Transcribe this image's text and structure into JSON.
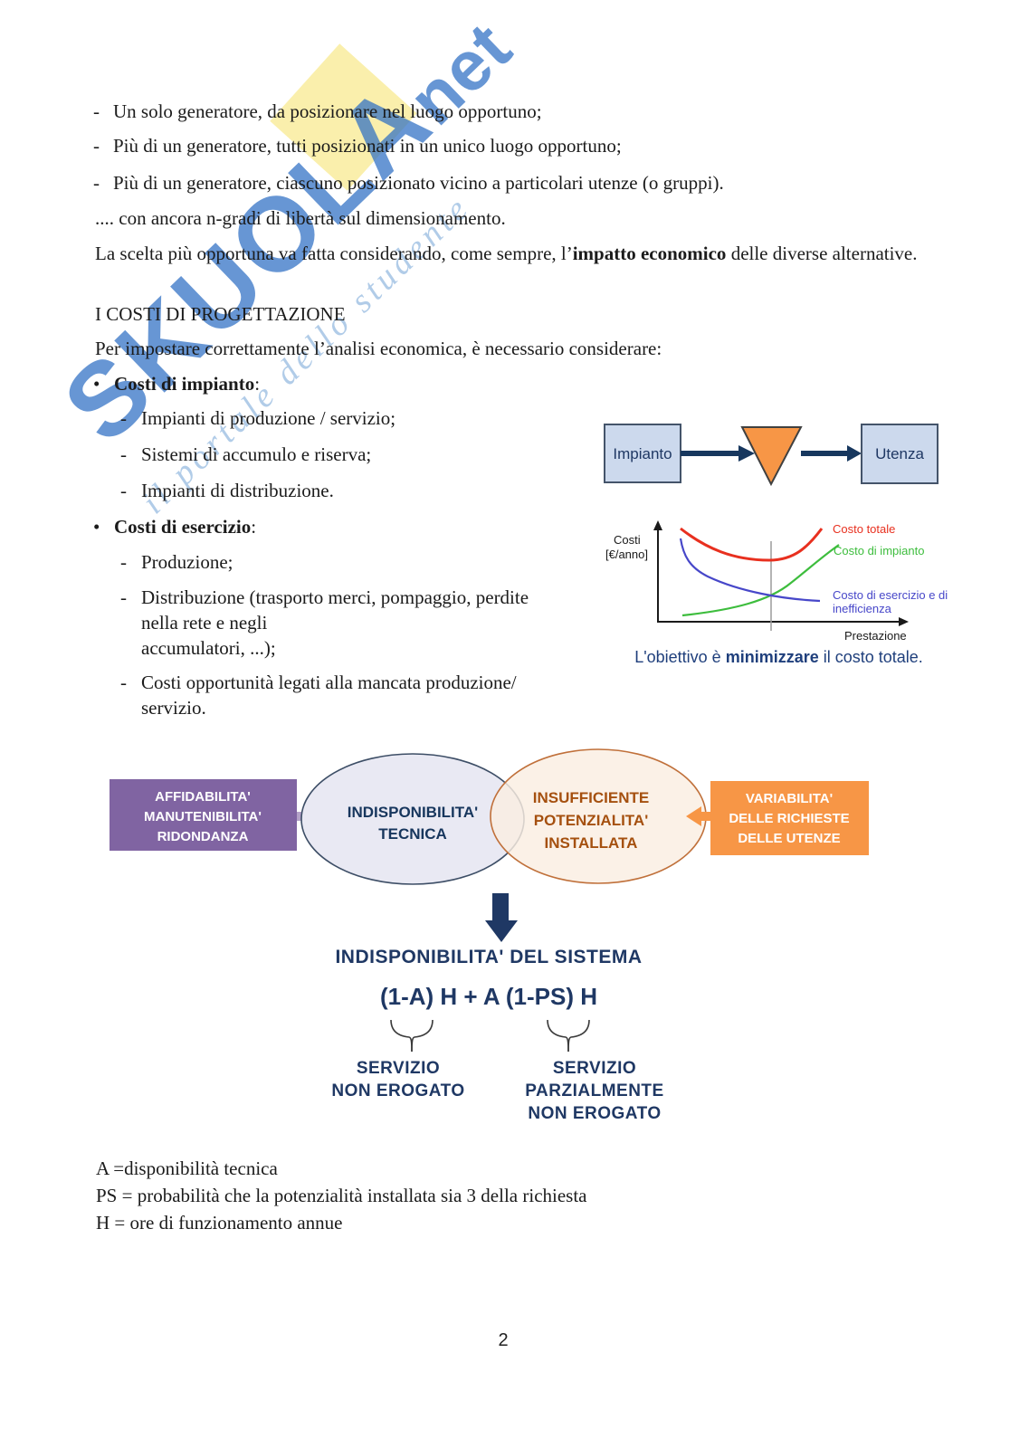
{
  "page": {
    "number": "2"
  },
  "watermark": {
    "brand": "SKUOLA",
    "brand_suffix": "net",
    "tagline": "il portale dello studente",
    "diamond_color": "#f9ec9e",
    "brand_color": "#2e6fc4"
  },
  "intro": {
    "bullets": [
      "Un solo generatore, da posizionare nel luogo opportuno;",
      "Più di un generatore, tutti posizionati in un unico luogo opportuno;",
      "Più di un generatore, ciascuno posizionato vicino a particolari utenze (o gruppi)."
    ],
    "ellipsis_line": ".... con ancora n-gradi di libertà sul dimensionamento.",
    "choice_prefix": "La scelta più opportuna va fatta considerando, come sempre, l’",
    "choice_bold": "impatto economico",
    "choice_suffix": " delle diverse alternative."
  },
  "costs_section": {
    "heading": "I COSTI DI PROGETTAZIONE",
    "lead": "Per impostare correttamente l’analisi economica, è necessario considerare:",
    "impianto": {
      "label": "Costi di impianto",
      "colon": ":",
      "items": [
        "Impianti di produzione / servizio;",
        "Sistemi di accumulo e riserva;",
        "Impianti di distribuzione."
      ]
    },
    "esercizio": {
      "label": "Costi di esercizio",
      "colon": ":",
      "items": [
        "Produzione;",
        "Distribuzione (trasporto merci, pompaggio, perdite\nnella rete e negli\naccumulatori, ...);",
        "Costi opportunità legati alla mancata produzione/\nservizio."
      ]
    }
  },
  "impianto_diagram": {
    "source_box": "Impianto",
    "target_box": "Utenza",
    "box_fill": "#ccd9ed",
    "arrow_color": "#17375e",
    "valve_color": "#f79646"
  },
  "chart_data": {
    "type": "line",
    "title": "",
    "xlabel": "Prestazione",
    "ylabel_line1": "Costi",
    "ylabel_line2": "[€/anno]",
    "grid": false,
    "axis_numeric_labels": false,
    "legend_position": "right of curves, colored text labels",
    "x_normalized": [
      0,
      0.15,
      0.3,
      0.45,
      0.6,
      0.75,
      0.9,
      1
    ],
    "series": [
      {
        "name": "Costo totale",
        "color": "#e8301f",
        "values": [
          0.95,
          0.75,
          0.66,
          0.62,
          0.63,
          0.7,
          0.83,
          0.97
        ]
      },
      {
        "name": "Costo di impianto",
        "color": "#3dbd3d",
        "values": [
          0.07,
          0.09,
          0.13,
          0.19,
          0.28,
          0.42,
          0.6,
          0.78
        ]
      },
      {
        "name": "Costo di esercizio e di inefficienza",
        "color": "#4747c9",
        "label_lines": [
          "Costo di esercizio e di",
          "inefficienza"
        ],
        "values": [
          0.85,
          0.5,
          0.38,
          0.3,
          0.25,
          0.22,
          0.2,
          0.19
        ]
      }
    ],
    "optimum_marker": "vertical gray line at minimum of Costo totale (~x=0.47)"
  },
  "chart_caption": {
    "prefix": "L'obiettivo è ",
    "bold": "minimizzare",
    "suffix": " il costo totale."
  },
  "venn_diagram": {
    "left_box": {
      "color": "#8064a2",
      "lines": [
        "AFFIDABILITA'",
        "MANUTENIBILITA'",
        "RIDONDANZA"
      ]
    },
    "left_ellipse": {
      "lines": [
        "INDISPONIBILITA'",
        "TECNICA"
      ],
      "text_color": "#17365d"
    },
    "right_ellipse": {
      "lines": [
        "INSUFFICIENTE",
        "POTENZIALITA'",
        "INSTALLATA"
      ],
      "text_color": "#a5500f"
    },
    "right_box": {
      "color": "#f79646",
      "lines": [
        "VARIABILITA'",
        "DELLE RICHIESTE",
        "DELLE UTENZE"
      ]
    }
  },
  "system_unavailability": {
    "title": "INDISPONIBILITA' DEL SISTEMA",
    "formula": "(1-A) H + A (1-PS) H",
    "left_label": "SERVIZIO\nNON EROGATO",
    "right_label": "SERVIZIO\nPARZIALMENTE\nNON EROGATO"
  },
  "definitions": [
    "A =disponibilità tecnica",
    "PS = probabilità che la potenzialità installata sia 3 della richiesta",
    "H = ore di funzionamento annue"
  ],
  "colors": {
    "navy": "#1f3864",
    "purple": "#8064a2",
    "orange": "#f79646",
    "red": "#e8301f",
    "green": "#3dbd3d",
    "blue_violet": "#4747c9"
  }
}
